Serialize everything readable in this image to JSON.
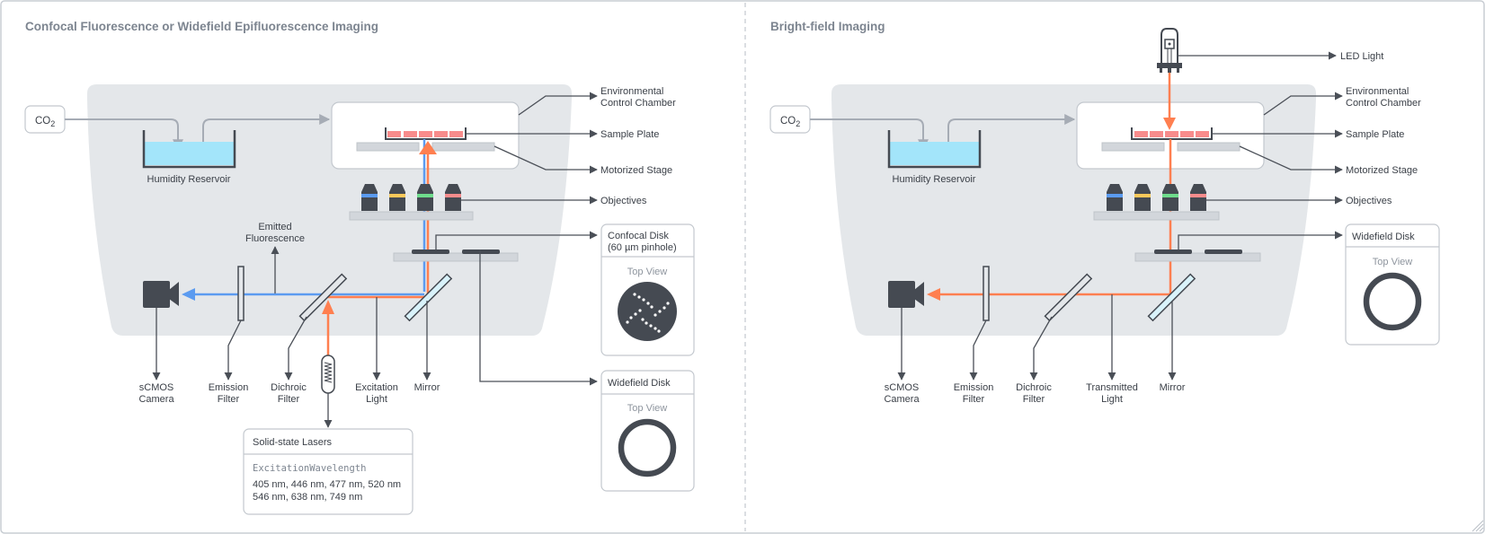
{
  "panels": {
    "left": {
      "title": "Confocal Fluorescence or Widefield Epifluorescence Imaging",
      "co2": {
        "main": "CO",
        "sub": "2"
      },
      "humidity_reservoir": "Humidity Reservoir",
      "labels": {
        "environmental_control_chamber": [
          "Environmental",
          "Control Chamber"
        ],
        "sample_plate": "Sample Plate",
        "motorized_stage": "Motorized Stage",
        "objectives": "Objectives",
        "emitted_fluorescence": [
          "Emitted",
          "Fluorescence"
        ],
        "scmos_camera": [
          "sCMOS",
          "Camera"
        ],
        "emission_filter": [
          "Emission",
          "Filter"
        ],
        "dichroic_filter": [
          "Dichroic",
          "Filter"
        ],
        "excitation_light": [
          "Excitation",
          "Light"
        ],
        "mirror": "Mirror"
      },
      "confocal_disk": {
        "title": [
          "Confocal Disk",
          "(60 µm pinhole)"
        ],
        "view": "Top View"
      },
      "widefield_disk": {
        "title": "Widefield Disk",
        "view": "Top View"
      },
      "lasers": {
        "title": "Solid-state Lasers",
        "param_name": "ExcitationWavelength",
        "values_line1": "405 nm, 446 nm, 477 nm, 520 nm",
        "values_line2": "546 nm, 638 nm, 749 nm"
      }
    },
    "right": {
      "title": "Bright-field Imaging",
      "co2": {
        "main": "CO",
        "sub": "2"
      },
      "humidity_reservoir": "Humidity Reservoir",
      "labels": {
        "led_light": "LED Light",
        "environmental_control_chamber": [
          "Environmental",
          "Control Chamber"
        ],
        "sample_plate": "Sample Plate",
        "motorized_stage": "Motorized Stage",
        "objectives": "Objectives",
        "scmos_camera": [
          "sCMOS",
          "Camera"
        ],
        "emission_filter": [
          "Emission",
          "Filter"
        ],
        "dichroic_filter": [
          "Dichroic",
          "Filter"
        ],
        "transmitted_light": [
          "Transmitted",
          "Light"
        ],
        "mirror": "Mirror"
      },
      "widefield_disk": {
        "title": "Widefield Disk",
        "view": "Top View"
      }
    }
  },
  "colors": {
    "excitation": "#ff7f50",
    "emission": "#5b9bf0",
    "water": "#a3e5fa",
    "sample_well": "#f88c8c",
    "objective_bands": [
      "#5b9bf0",
      "#fcc85a",
      "#6fdc8c",
      "#f88c8c"
    ]
  }
}
